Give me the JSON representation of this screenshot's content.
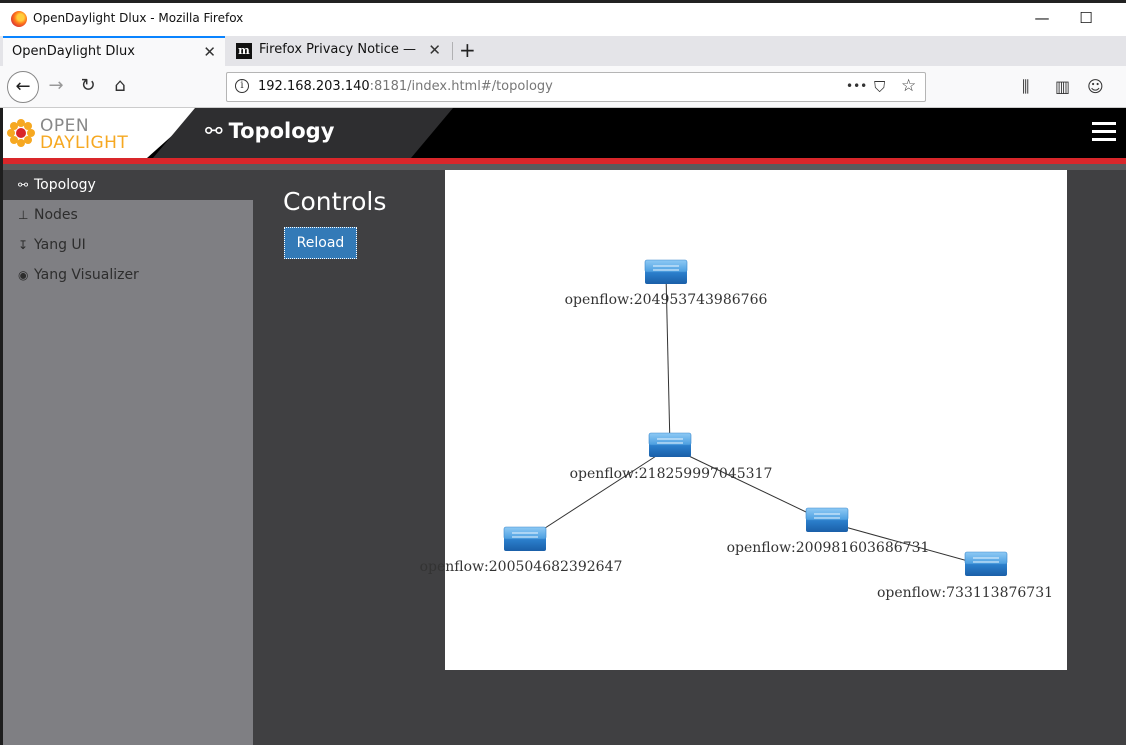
{
  "window": {
    "title": "OpenDaylight Dlux - Mozilla Firefox",
    "minimize": "—",
    "maximize": "☐"
  },
  "tabs": [
    {
      "label": "OpenDaylight Dlux",
      "close": "✕"
    },
    {
      "label": "Firefox Privacy Notice —",
      "close": "✕",
      "favicon": "m"
    }
  ],
  "newtab": "+",
  "nav": {
    "back": "←",
    "forward": "→",
    "reload": "↻",
    "home": "⌂",
    "url_host": "192.168.203.140",
    "url_rest": ":8181/index.html#/topology",
    "page_actions": "•••",
    "pocket": "⛉",
    "bookmark": "☆",
    "library": "⫼",
    "sidebar": "▥",
    "account": "☺"
  },
  "header": {
    "logo_top": "OPEN",
    "logo_bottom": "DAYLIGHT",
    "title": "Topology",
    "title_icon": "⚯"
  },
  "sidebar": {
    "items": [
      {
        "label": "Topology",
        "icon": "⚯",
        "active": true
      },
      {
        "label": "Nodes",
        "icon": "⊥"
      },
      {
        "label": "Yang UI",
        "icon": "↧"
      },
      {
        "label": "Yang Visualizer",
        "icon": "◉"
      }
    ]
  },
  "controls": {
    "title": "Controls",
    "reload": "Reload"
  },
  "topology": {
    "nodes": [
      {
        "id": "openflow:204953743986766",
        "label": "openflow:204953743986766"
      },
      {
        "id": "openflow:218259997045317",
        "label": "openflow:218259997045317"
      },
      {
        "id": "openflow:200504682392647",
        "label": "openflow:200504682392647"
      },
      {
        "id": "openflow:200981603686731",
        "label": "openflow:200981603686731"
      },
      {
        "id": "openflow:733113876731",
        "label": "openflow:733113876731"
      }
    ],
    "links": [
      [
        "openflow:204953743986766",
        "openflow:218259997045317"
      ],
      [
        "openflow:218259997045317",
        "openflow:200504682392647"
      ],
      [
        "openflow:218259997045317",
        "openflow:200981603686731"
      ],
      [
        "openflow:200981603686731",
        "openflow:733113876731"
      ]
    ]
  },
  "colors": {
    "accent_red": "#d9262a",
    "button_blue": "#337ab7",
    "logo_orange": "#f6a821"
  }
}
